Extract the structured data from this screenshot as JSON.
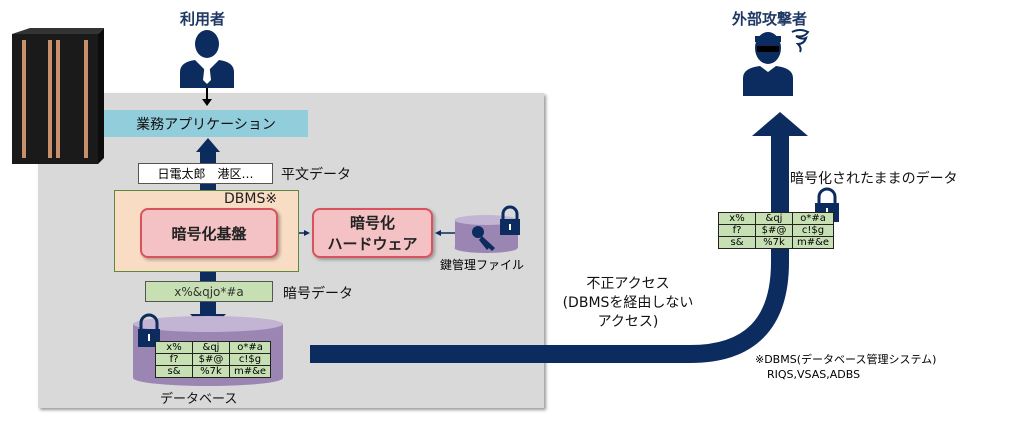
{
  "user_label": "利用者",
  "attacker_label": "外部攻撃者",
  "app_label": "業務アプリケーション",
  "plain_data": {
    "value": "日電太郎　港区…",
    "label": "平文データ"
  },
  "dbms_label": "DBMS※",
  "crypto_base": "暗号化基盤",
  "crypto_hw": [
    "暗号化",
    "ハードウェア"
  ],
  "key_file_label": "鍵管理ファイル",
  "cipher_data": {
    "value": "x%&qjo*#a",
    "label": "暗号データ"
  },
  "database_label": "データベース",
  "cipher_table": [
    [
      "x%",
      "&qj",
      "o*#a"
    ],
    [
      "f?",
      "$#@",
      "c!$g"
    ],
    [
      "s&",
      "%7k",
      "m#&e"
    ]
  ],
  "illegal_access": [
    "不正アクセス",
    "(DBMSを経由しない",
    "アクセス)"
  ],
  "encrypted_label": "暗号化されたままのデータ",
  "note": [
    "※DBMS(データベース管理システム)",
    "RIQS,VSAS,ADBS"
  ],
  "colors": {
    "navy": "#0c2b5e",
    "panel": "#d9d9d9",
    "teal": "#92cddc",
    "pink": "#f4c2c4",
    "green": "#c6e0b4",
    "cylinder": "#9b86b3"
  }
}
